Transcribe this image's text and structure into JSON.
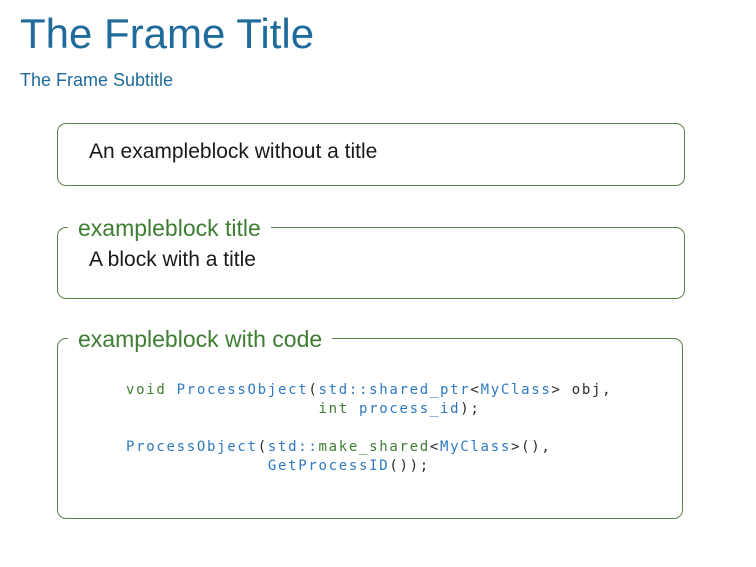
{
  "frame": {
    "title": "The Frame Title",
    "subtitle": "The Frame Subtitle"
  },
  "colors": {
    "title_blue": "#1f6b9c",
    "block_title_green": "#3e7d32",
    "border_green": "#5d8248",
    "code_blue": "#2e79bf",
    "code_green": "#3e7d32",
    "code_plain": "#2b2b2b",
    "body_text": "#1a1a1a"
  },
  "blocks": [
    {
      "title": "",
      "body": "An exampleblock without a title"
    },
    {
      "title": "exampleblock title",
      "body": "A block with a title"
    },
    {
      "title": "exampleblock with code",
      "body": ""
    }
  ],
  "code": {
    "lines": [
      [
        {
          "c": "kw",
          "t": "void "
        },
        {
          "c": "id",
          "t": "ProcessObject"
        },
        {
          "c": "pl",
          "t": "("
        },
        {
          "c": "id",
          "t": "std::shared_ptr"
        },
        {
          "c": "pl",
          "t": "<"
        },
        {
          "c": "id",
          "t": "MyClass"
        },
        {
          "c": "pl",
          "t": "> obj,"
        }
      ],
      [
        {
          "c": "pl",
          "t": "                   "
        },
        {
          "c": "kw",
          "t": "int "
        },
        {
          "c": "id",
          "t": "process_id"
        },
        {
          "c": "pl",
          "t": ");"
        }
      ],
      [],
      [
        {
          "c": "id",
          "t": "ProcessObject"
        },
        {
          "c": "pl",
          "t": "("
        },
        {
          "c": "id",
          "t": "std::"
        },
        {
          "c": "kw",
          "t": "make_shared"
        },
        {
          "c": "pl",
          "t": "<"
        },
        {
          "c": "id",
          "t": "MyClass"
        },
        {
          "c": "pl",
          "t": ">(),"
        }
      ],
      [
        {
          "c": "pl",
          "t": "              "
        },
        {
          "c": "id",
          "t": "GetProcessID"
        },
        {
          "c": "pl",
          "t": "());"
        }
      ]
    ]
  }
}
